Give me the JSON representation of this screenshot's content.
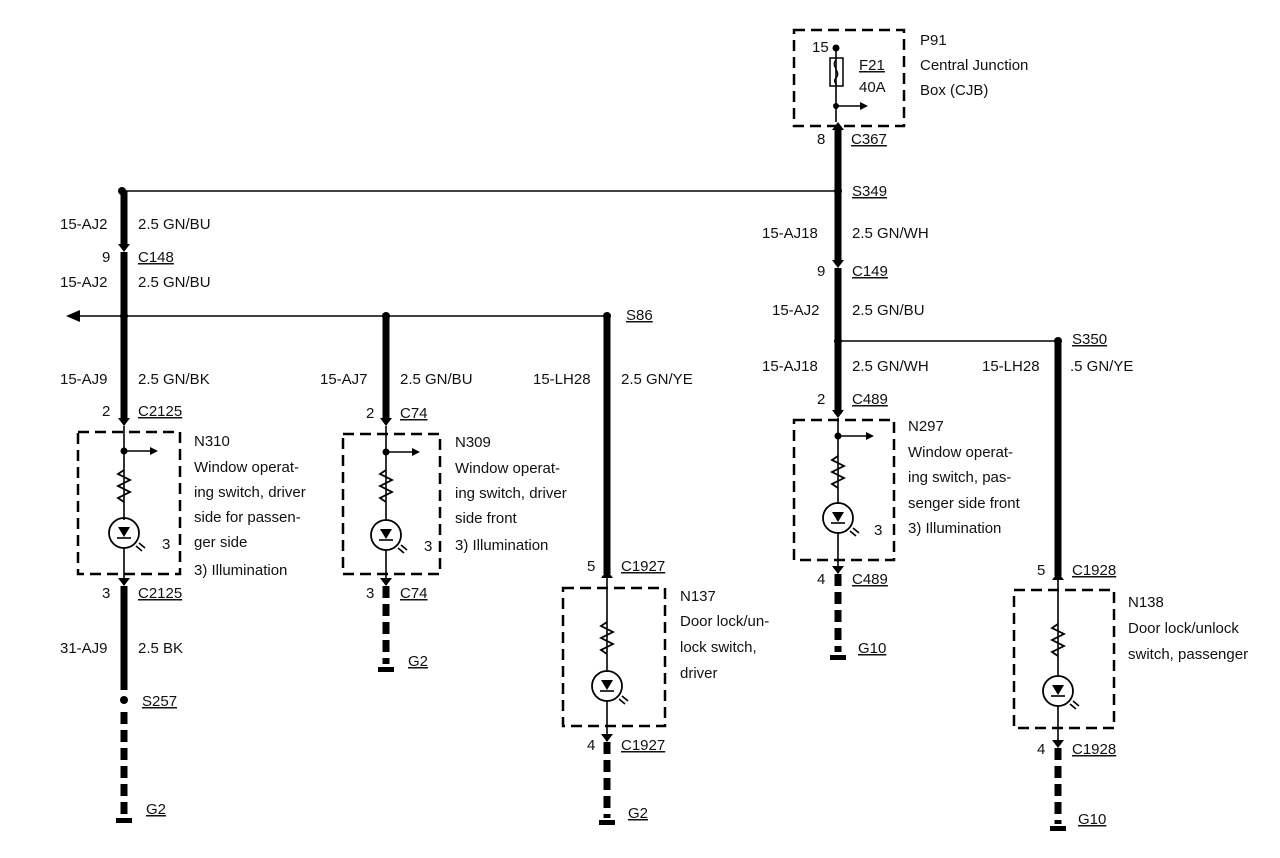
{
  "fuse_box": {
    "ref": "P91",
    "name_lines": [
      "Central Junction",
      "Box (CJB)"
    ],
    "fuse": "F21",
    "rating": "40A",
    "pin_in": "15",
    "pin_out": "8",
    "connector": "C367"
  },
  "splices": {
    "s349": "S349",
    "s86": "S86",
    "s350": "S350",
    "s257": "S257"
  },
  "wires": {
    "w1": {
      "circuit": "15-AJ2",
      "spec": "2.5 GN/BU"
    },
    "w2": {
      "circuit": "15-AJ2",
      "spec": "2.5 GN/BU"
    },
    "w3": {
      "circuit": "15-AJ9",
      "spec": "2.5 GN/BK"
    },
    "w4": {
      "circuit": "15-AJ7",
      "spec": "2.5 GN/BU"
    },
    "w5": {
      "circuit": "15-LH28",
      "spec": "2.5 GN/YE"
    },
    "w6": {
      "circuit": "31-AJ9",
      "spec": "2.5 BK"
    },
    "w7": {
      "circuit": "15-AJ18",
      "spec": "2.5 GN/WH"
    },
    "w8": {
      "circuit": "15-AJ2",
      "spec": "2.5 GN/BU"
    },
    "w9": {
      "circuit": "15-AJ18",
      "spec": "2.5 GN/WH"
    },
    "w10": {
      "circuit": "15-LH28",
      "spec": ".5 GN/YE"
    }
  },
  "connectors": {
    "c148": {
      "pin": "9",
      "name": "C148"
    },
    "c149": {
      "pin": "9",
      "name": "C149"
    },
    "c2125_in": {
      "pin": "2",
      "name": "C2125"
    },
    "c2125_out": {
      "pin": "3",
      "name": "C2125"
    },
    "c74_in": {
      "pin": "2",
      "name": "C74"
    },
    "c74_out": {
      "pin": "3",
      "name": "C74"
    },
    "c1927_in": {
      "pin": "5",
      "name": "C1927"
    },
    "c1927_out": {
      "pin": "4",
      "name": "C1927"
    },
    "c489_in": {
      "pin": "2",
      "name": "C489"
    },
    "c489_out": {
      "pin": "4",
      "name": "C489"
    },
    "c1928_in": {
      "pin": "5",
      "name": "C1928"
    },
    "c1928_out": {
      "pin": "4",
      "name": "C1928"
    }
  },
  "components": {
    "n310": {
      "ref": "N310",
      "lines": [
        "Window operat-",
        "ing switch, driver",
        "side for passen-",
        "ger side"
      ],
      "lamp_pin": "3",
      "note": "3)    Illumination"
    },
    "n309": {
      "ref": "N309",
      "lines": [
        "Window operat-",
        "ing switch, driver",
        "side front"
      ],
      "lamp_pin": "3",
      "note": "3)    Illumination"
    },
    "n137": {
      "ref": "N137",
      "lines": [
        "Door lock/un-",
        "lock switch,",
        "driver"
      ]
    },
    "n297": {
      "ref": "N297",
      "lines": [
        "Window operat-",
        "ing switch, pas-",
        "senger side front"
      ],
      "lamp_pin": "3",
      "note": "3)    Illumination"
    },
    "n138": {
      "ref": "N138",
      "lines": [
        "Door lock/unlock",
        "switch, passenger"
      ]
    }
  },
  "grounds": {
    "g2_a": "G2",
    "g2_b": "G2",
    "g2_c": "G2",
    "g10_a": "G10",
    "g10_b": "G10"
  }
}
